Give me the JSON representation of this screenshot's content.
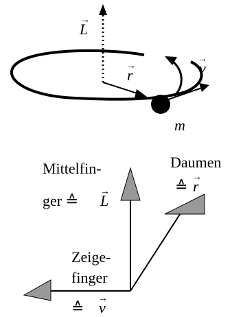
{
  "top_diagram": {
    "angular_momentum_label": "L",
    "radius_label": "r",
    "velocity_label": "v",
    "mass_label": "m"
  },
  "hand_rule": {
    "middle_finger_label_1": "Mittelfin-",
    "middle_finger_label_2": "ger ≙",
    "middle_finger_vector": "L",
    "thumb_label": "Daumen",
    "thumb_corresponds": "≙",
    "thumb_vector": "r",
    "index_finger_label_1": "Zeige-",
    "index_finger_label_2": "finger",
    "index_corresponds": "≙",
    "index_vector": "v"
  },
  "colors": {
    "line": "#000000",
    "finger_fill": "#999999",
    "mass": "#000000"
  }
}
